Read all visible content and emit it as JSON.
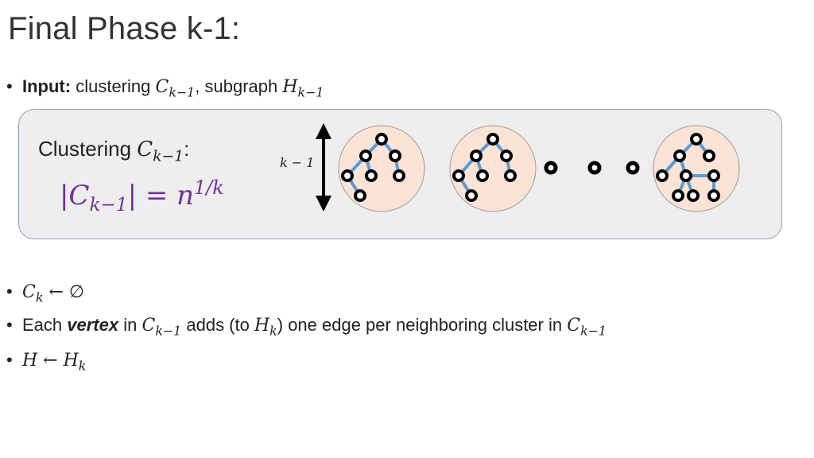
{
  "slide": {
    "title": "Final Phase k-1:"
  },
  "input_line": {
    "bullet": "•",
    "label": "Input:",
    "text1": " clustering ",
    "var1": "C",
    "var1_sub": "k−1",
    "text2": ", subgraph ",
    "var2": "H",
    "var2_sub": "k−1"
  },
  "panel": {
    "title_text": "Clustering ",
    "title_var": "C",
    "title_sub": "k−1",
    "title_colon": ":",
    "formula_bar_left": "|",
    "formula_var": "C",
    "formula_sub": "k−1",
    "formula_bar_right": "|",
    "formula_eq": " = ",
    "formula_n": "n",
    "formula_exp": "1/k",
    "depth_label": "k − 1"
  },
  "bullets": [
    {
      "bullet": "•",
      "var": "C",
      "sub": "k",
      "rest": " ← ∅"
    },
    {
      "bullet": "•",
      "text1": "Each ",
      "bold": "vertex",
      "text2": " in ",
      "var1": "C",
      "var1_sub": "k−1",
      "text3": " adds (to ",
      "var2": "H",
      "var2_sub": "k",
      "text4": ") one edge per neighboring cluster in ",
      "var3": "C",
      "var3_sub": "k−1"
    },
    {
      "bullet": "•",
      "var1": "H",
      "arrow": " ← ",
      "var2": "H",
      "var2_sub": "k"
    }
  ],
  "colors": {
    "cluster_fill": "#fbe3d6",
    "tree_edge": "#5b9bd5",
    "formula": "#7030a0",
    "panel_border": "#8e9eb8",
    "panel_fill": "#eeeeee"
  }
}
